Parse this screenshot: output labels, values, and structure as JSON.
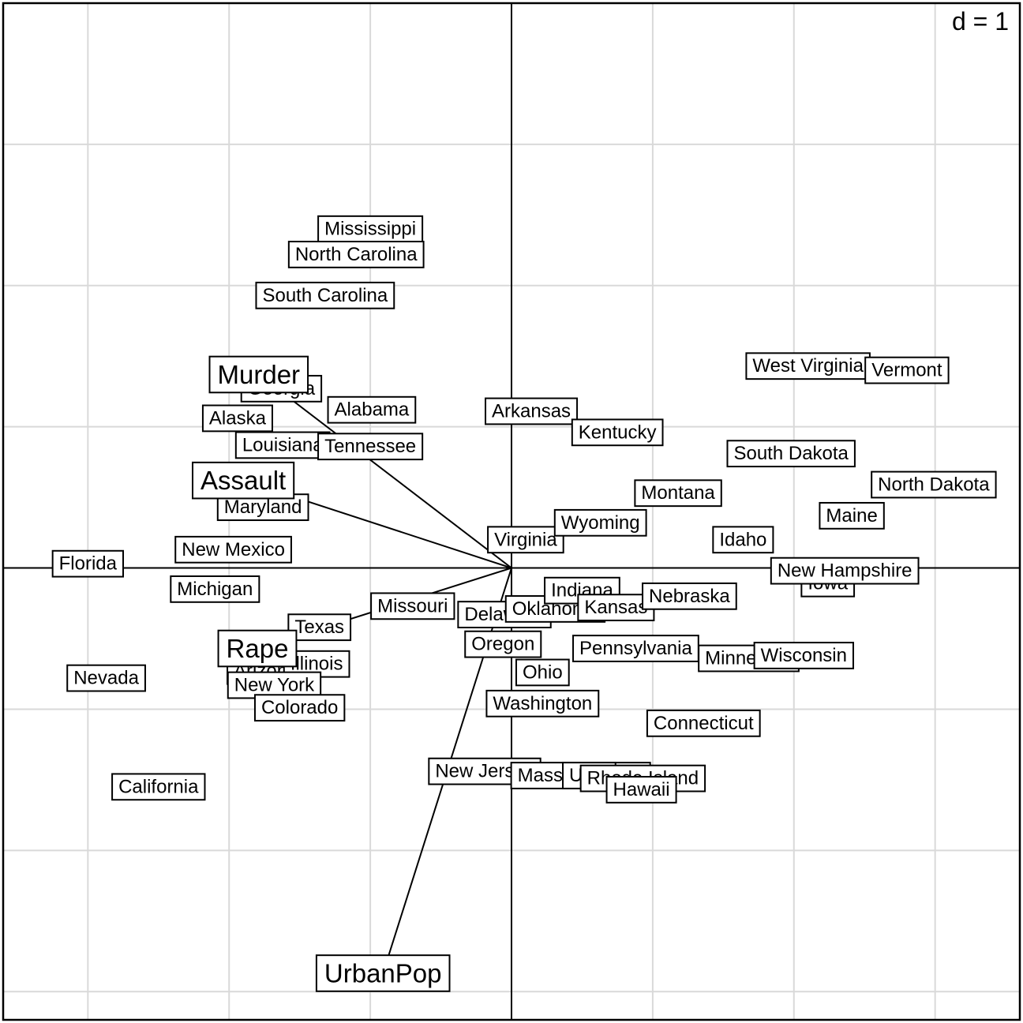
{
  "chart_data": {
    "type": "scatter",
    "subtype": "biplot",
    "grid_label": "d = 1",
    "xlim": [
      -3.6,
      3.6
    ],
    "ylim": [
      -3.2,
      4.0
    ],
    "grid": true,
    "state_labels": [
      {
        "label": "Mississippi",
        "x": -1.0,
        "y": 2.4
      },
      {
        "label": "North Carolina",
        "x": -1.1,
        "y": 2.22
      },
      {
        "label": "South Carolina",
        "x": -1.32,
        "y": 1.93
      },
      {
        "label": "Georgia",
        "x": -1.63,
        "y": 1.27
      },
      {
        "label": "Alabama",
        "x": -0.99,
        "y": 1.12
      },
      {
        "label": "Alaska",
        "x": -1.94,
        "y": 1.06
      },
      {
        "label": "Louisiana",
        "x": -1.62,
        "y": 0.87
      },
      {
        "label": "Tennessee",
        "x": -1.0,
        "y": 0.86
      },
      {
        "label": "Maryland",
        "x": -1.76,
        "y": 0.43
      },
      {
        "label": "New Mexico",
        "x": -1.97,
        "y": 0.13
      },
      {
        "label": "Florida",
        "x": -3.0,
        "y": 0.03
      },
      {
        "label": "Michigan",
        "x": -2.1,
        "y": -0.15
      },
      {
        "label": "Missouri",
        "x": -0.7,
        "y": -0.27
      },
      {
        "label": "Texas",
        "x": -1.36,
        "y": -0.42
      },
      {
        "label": "Arizona",
        "x": -1.74,
        "y": -0.73
      },
      {
        "label": "Illinois",
        "x": -1.38,
        "y": -0.68
      },
      {
        "label": "New York",
        "x": -1.68,
        "y": -0.83
      },
      {
        "label": "Colorado",
        "x": -1.5,
        "y": -0.99
      },
      {
        "label": "Nevada",
        "x": -2.87,
        "y": -0.78
      },
      {
        "label": "California",
        "x": -2.5,
        "y": -1.55
      },
      {
        "label": "New Jersey",
        "x": -0.19,
        "y": -1.44
      },
      {
        "label": "Delaware",
        "x": -0.05,
        "y": -0.33
      },
      {
        "label": "Oklahoma",
        "x": 0.31,
        "y": -0.29
      },
      {
        "label": "Oregon",
        "x": -0.06,
        "y": -0.54
      },
      {
        "label": "Ohio",
        "x": 0.22,
        "y": -0.74
      },
      {
        "label": "Washington",
        "x": 0.22,
        "y": -0.96
      },
      {
        "label": "Massachusetts",
        "x": 0.49,
        "y": -1.47
      },
      {
        "label": "Utah",
        "x": 0.55,
        "y": -1.47
      },
      {
        "label": "Rhode Island",
        "x": 0.93,
        "y": -1.49
      },
      {
        "label": "Hawaii",
        "x": 0.92,
        "y": -1.57
      },
      {
        "label": "Connecticut",
        "x": 1.36,
        "y": -1.1
      },
      {
        "label": "Pennsylvania",
        "x": 0.88,
        "y": -0.57
      },
      {
        "label": "Minnesota",
        "x": 1.68,
        "y": -0.64
      },
      {
        "label": "Wisconsin",
        "x": 2.07,
        "y": -0.62
      },
      {
        "label": "Indiana",
        "x": 0.5,
        "y": -0.16
      },
      {
        "label": "Kansas",
        "x": 0.74,
        "y": -0.28
      },
      {
        "label": "Nebraska",
        "x": 1.26,
        "y": -0.2
      },
      {
        "label": "Iowa",
        "x": 2.24,
        "y": -0.11
      },
      {
        "label": "New Hampshire",
        "x": 2.36,
        "y": -0.02
      },
      {
        "label": "Virginia",
        "x": 0.1,
        "y": 0.2
      },
      {
        "label": "Wyoming",
        "x": 0.63,
        "y": 0.32
      },
      {
        "label": "Idaho",
        "x": 1.64,
        "y": 0.2
      },
      {
        "label": "Maine",
        "x": 2.41,
        "y": 0.37
      },
      {
        "label": "Montana",
        "x": 1.18,
        "y": 0.53
      },
      {
        "label": "North Dakota",
        "x": 2.99,
        "y": 0.59
      },
      {
        "label": "South Dakota",
        "x": 1.98,
        "y": 0.81
      },
      {
        "label": "Arkansas",
        "x": 0.14,
        "y": 1.11
      },
      {
        "label": "Kentucky",
        "x": 0.75,
        "y": 0.96
      },
      {
        "label": "West Virginia",
        "x": 2.1,
        "y": 1.43
      },
      {
        "label": "Vermont",
        "x": 2.8,
        "y": 1.4
      }
    ],
    "variable_arrows": [
      {
        "label": "Murder",
        "x": -1.79,
        "y": 1.37
      },
      {
        "label": "Assault",
        "x": -1.9,
        "y": 0.62
      },
      {
        "label": "UrbanPop",
        "x": -0.91,
        "y": -2.87
      },
      {
        "label": "Rape",
        "x": -1.8,
        "y": -0.57
      }
    ]
  }
}
